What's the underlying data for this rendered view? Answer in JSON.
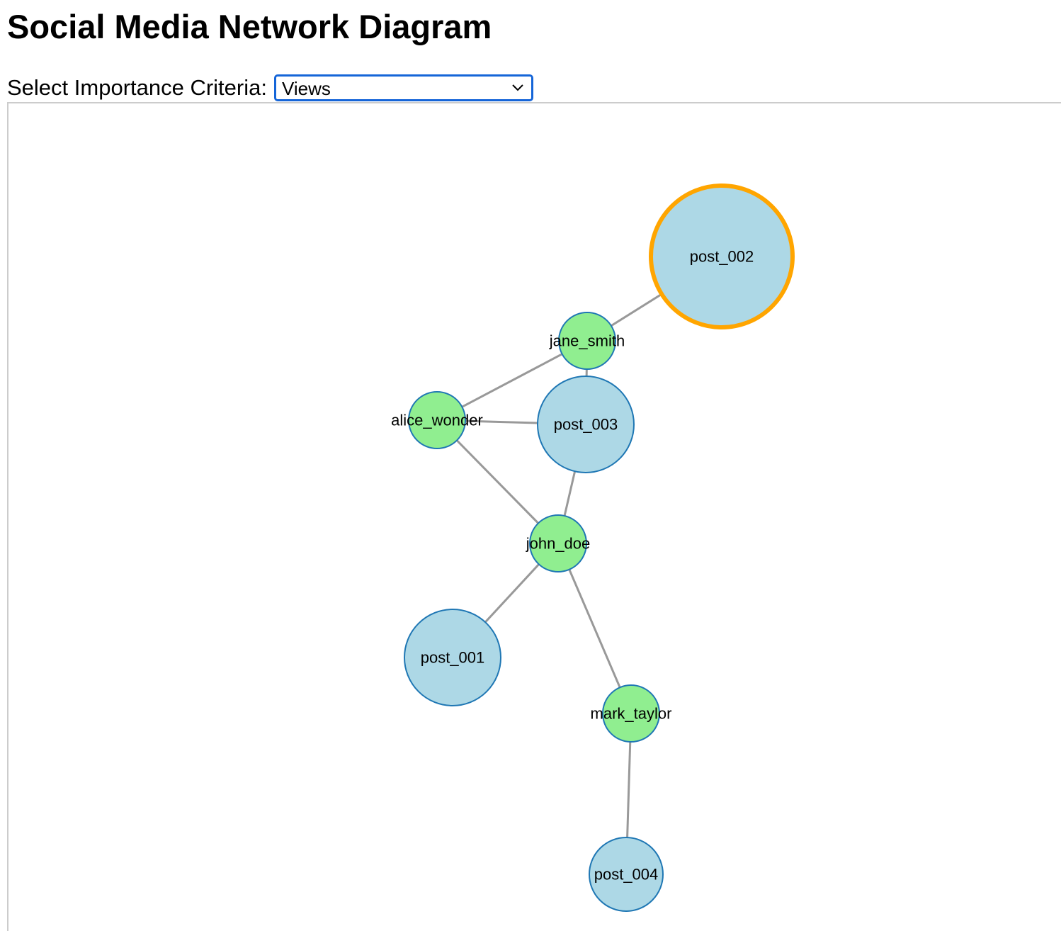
{
  "page": {
    "title": "Social Media Network Diagram"
  },
  "criteria": {
    "label": "Select Importance Criteria:",
    "selected": "Views",
    "icon": "chevron-down-icon"
  },
  "colors": {
    "user_fill": "#90ee90",
    "post_fill": "#add8e6",
    "node_stroke": "#1f77b4",
    "highlight_stroke": "#ffa500",
    "edge": "#999999"
  },
  "network": {
    "nodes": [
      {
        "id": "john_doe",
        "type": "user"
      },
      {
        "id": "jane_smith",
        "type": "user"
      },
      {
        "id": "alice_wonder",
        "type": "user"
      },
      {
        "id": "mark_taylor",
        "type": "user"
      },
      {
        "id": "post_001",
        "type": "post"
      },
      {
        "id": "post_002",
        "type": "post",
        "highlighted": true
      },
      {
        "id": "post_003",
        "type": "post"
      },
      {
        "id": "post_004",
        "type": "post"
      }
    ],
    "links": [
      {
        "source": "post_002",
        "target": "jane_smith"
      },
      {
        "source": "jane_smith",
        "target": "alice_wonder"
      },
      {
        "source": "jane_smith",
        "target": "post_003"
      },
      {
        "source": "alice_wonder",
        "target": "post_003"
      },
      {
        "source": "alice_wonder",
        "target": "john_doe"
      },
      {
        "source": "post_003",
        "target": "john_doe"
      },
      {
        "source": "john_doe",
        "target": "post_001"
      },
      {
        "source": "john_doe",
        "target": "mark_taylor"
      },
      {
        "source": "mark_taylor",
        "target": "post_004"
      }
    ]
  }
}
